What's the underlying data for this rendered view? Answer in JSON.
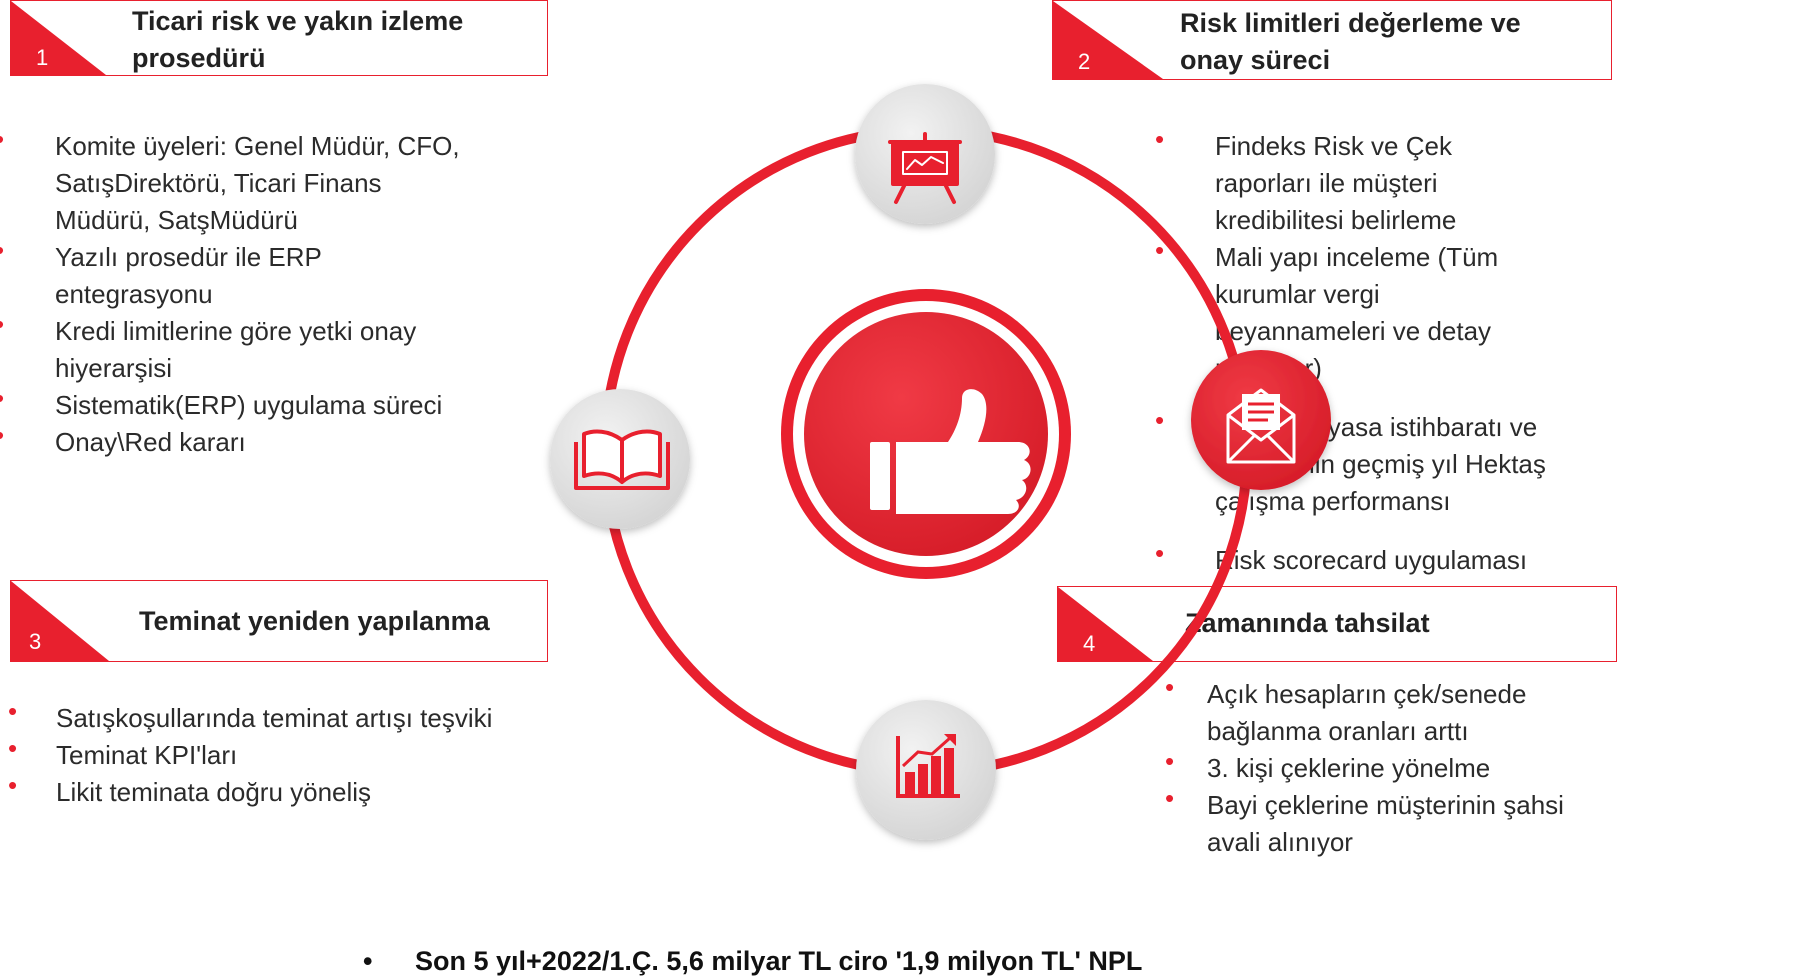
{
  "colors": {
    "accent": "#e8202e",
    "node_gray": "#e3e3e3"
  },
  "sections": [
    {
      "number": "1",
      "title": "Ticari risk ve yakın izleme prosedürü",
      "items": [
        "Komite üyeleri: Genel Müdür, CFO, SatışDirektörü, Ticari Finans Müdürü, SatşMüdürü",
        "Yazılı prosedür ile ERP entegrasyonu",
        "Kredi limitlerine göre yetki onay hiyerarşisi",
        "Sistematik(ERP) uygulama süreci",
        "Onay\\Red kararı"
      ]
    },
    {
      "number": "2",
      "title": "Risk limitleri değerleme ve onay süreci",
      "items": [
        "Findeks Risk ve Çek raporları ile müşteri kredibilitesi belirleme",
        "Mali yapı inceleme (Tüm kurumlar vergi beyannameleri ve detay mizanlar)",
        "Müşteri piyasa istihbaratı ve müşterinin geçmiş yıl Hektaş çalışma performansı",
        "Risk scorecard uygulaması"
      ]
    },
    {
      "number": "3",
      "title": "Teminat yeniden yapılanma",
      "items": [
        "Satışkoşullarında teminat artışı teşviki",
        "Teminat KPI'ları",
        "Likit teminata doğru yöneliş"
      ]
    },
    {
      "number": "4",
      "title": "Zamanında tahsilat",
      "items": [
        "Açık hesapların çek/senede bağlanma oranları arttı",
        "3. kişi çeklerine yönelme",
        "Bayi çeklerine müşterinin şahsi avali alınıyor"
      ]
    }
  ],
  "diagram": {
    "center_icon": "thumbs-up-icon",
    "nodes": [
      {
        "position": "top",
        "icon": "presentation-board-icon"
      },
      {
        "position": "left",
        "icon": "open-book-icon"
      },
      {
        "position": "right",
        "icon": "envelope-icon"
      },
      {
        "position": "bottom",
        "icon": "growth-chart-icon"
      }
    ]
  },
  "footer": {
    "bullet": "•",
    "text": "Son 5 yıl+2022/1.Ç. 5,6 milyar TL ciro '1,9 milyon TL' NPL"
  }
}
